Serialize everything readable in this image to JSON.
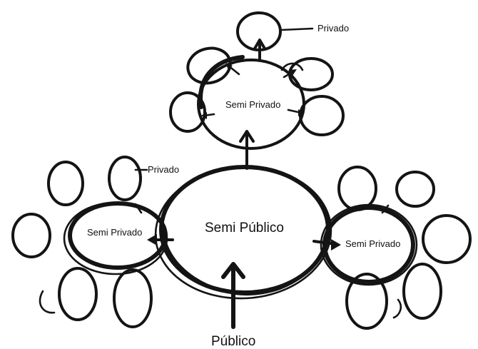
{
  "diagram": {
    "labels": {
      "privado_top": "Privado",
      "semi_privado_top": "Semi Privado",
      "privado_left": "Privado",
      "semi_publico": "Semi Público",
      "semi_privado_left": "Semi Privado",
      "semi_privado_right": "Semi Privado",
      "publico": "Público"
    },
    "colors": {
      "ink": "#141414",
      "background": "#ffffff"
    }
  }
}
